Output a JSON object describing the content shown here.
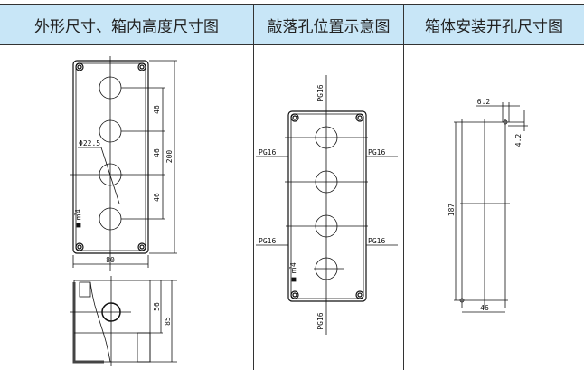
{
  "headers": [
    "外形尺寸、箱内高度尺寸图",
    "敲落孔位置示意图",
    "箱体安装开孔尺寸图"
  ],
  "outline": {
    "pitch1": "46",
    "pitch2": "46",
    "pitch3": "46",
    "height": "200",
    "width": "80",
    "hole_dia": "Φ22.5",
    "depth_inner": "56",
    "depth_outer": "85",
    "mark": "㎡4"
  },
  "knockout": {
    "label_top": "PG16",
    "label_bottom": "PG16",
    "label_left_1": "PG16",
    "label_left_2": "PG16",
    "label_right_1": "PG16",
    "label_right_2": "PG16",
    "mark": "㎡4"
  },
  "mounting": {
    "offset_x": "6.2",
    "offset_y": "4.2",
    "height": "187",
    "width": "46"
  }
}
